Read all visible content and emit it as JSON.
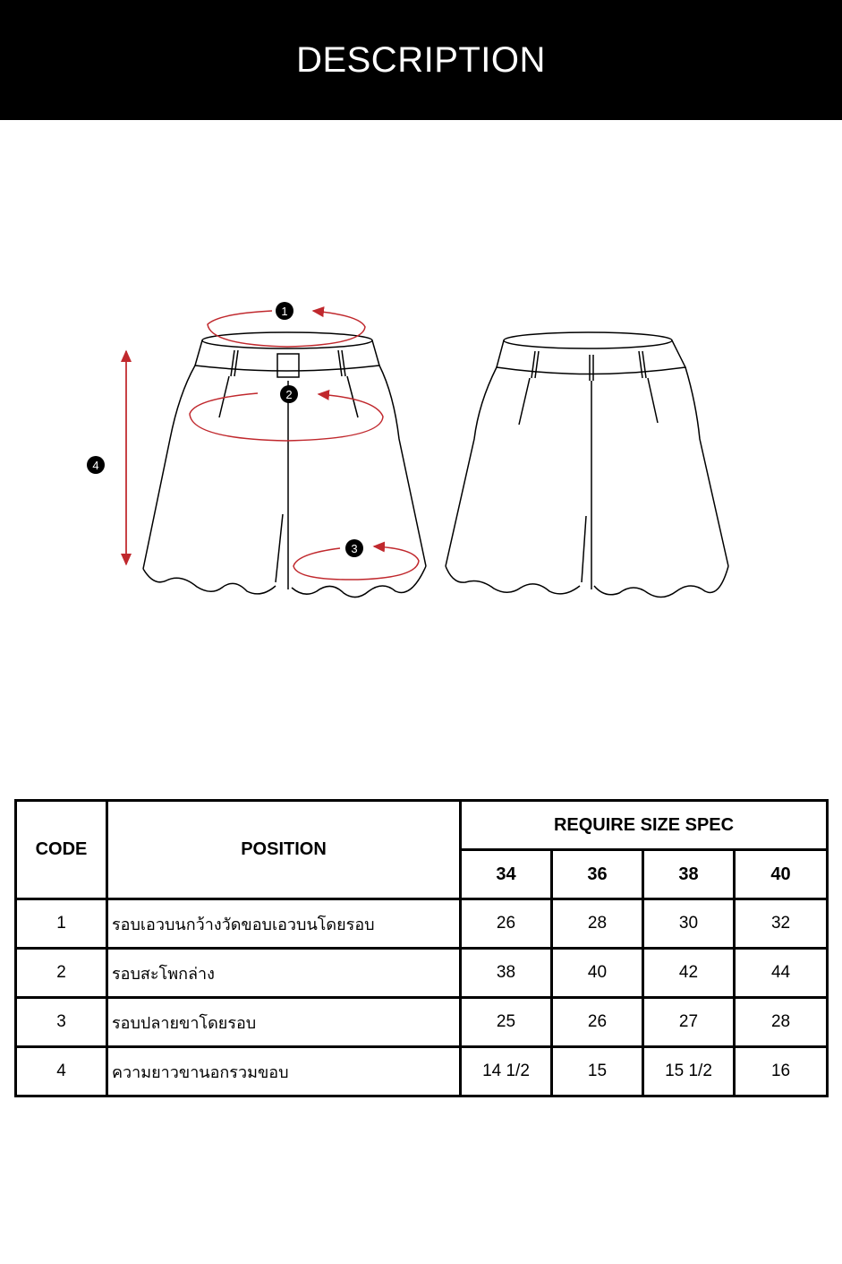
{
  "header": {
    "title": "DESCRIPTION"
  },
  "diagram": {
    "markers": [
      "1",
      "2",
      "3",
      "4"
    ],
    "measure_color": "#c0282d"
  },
  "table": {
    "headers": {
      "code": "CODE",
      "position": "POSITION",
      "spec": "REQUIRE SIZE SPEC",
      "sizes": [
        "34",
        "36",
        "38",
        "40"
      ]
    },
    "rows": [
      {
        "code": "1",
        "position": "รอบเอวบนกว้างวัดขอบเอวบนโดยรอบ",
        "values": [
          "26",
          "28",
          "30",
          "32"
        ]
      },
      {
        "code": "2",
        "position": "รอบสะโพกล่าง",
        "values": [
          "38",
          "40",
          "42",
          "44"
        ]
      },
      {
        "code": "3",
        "position": "รอบปลายขาโดยรอบ",
        "values": [
          "25",
          "26",
          "27",
          "28"
        ]
      },
      {
        "code": "4",
        "position": "ความยาวขานอกรวมขอบ",
        "values": [
          "14 1/2",
          "15",
          "15 1/2",
          "16"
        ]
      }
    ]
  }
}
